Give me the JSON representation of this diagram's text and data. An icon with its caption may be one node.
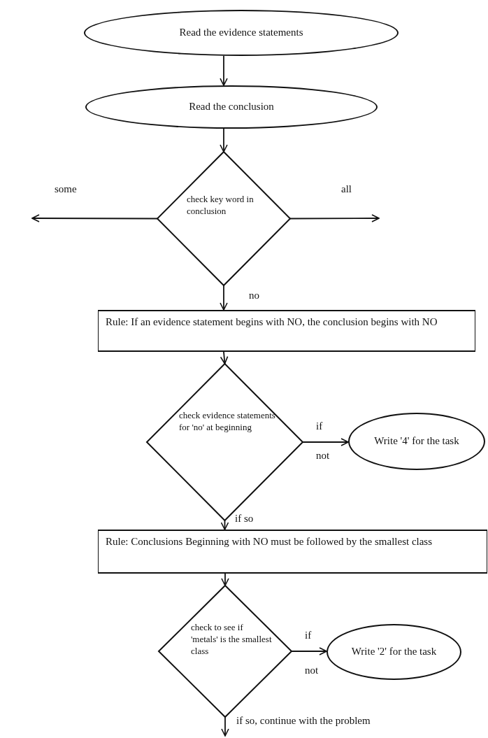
{
  "diagram": {
    "nodes": [
      {
        "text": [
          "Read the evidence statements"
        ]
      },
      {
        "text": [
          "Read the conclusion"
        ]
      },
      {
        "text": [
          "check key word in conclusion"
        ]
      },
      {
        "text": [
          "Rule: If an evidence statement begins with NO, the conclusion begins with NO"
        ]
      },
      {
        "text": [
          "check evidence statements for 'no' at beginning"
        ]
      },
      {
        "text": [
          "Write '4' for the task"
        ]
      },
      {
        "text": [
          "Rule: Conclusions Beginning with NO must be followed by the smallest class"
        ]
      },
      {
        "text": [
          "check to see if 'metals' is the smallest class"
        ]
      },
      {
        "text": [
          "Write '2' for the task"
        ]
      }
    ],
    "edges": [
      {
        "from": 0,
        "to": 1,
        "arrow": "to"
      },
      {
        "from": 1,
        "to": 2,
        "arrow": "to"
      },
      {
        "from": 2,
        "to": null,
        "arrow": "to",
        "label": "some"
      },
      {
        "from": 2,
        "to": null,
        "arrow": "to",
        "label": "all"
      },
      {
        "from": 2,
        "to": 3,
        "arrow": "to",
        "label": "no"
      },
      {
        "from": 3,
        "to": 4,
        "arrow": "to"
      },
      {
        "from": 4,
        "to": 5,
        "arrow": "to",
        "label": "if not"
      },
      {
        "from": 4,
        "to": 6,
        "arrow": "to",
        "label": "if so"
      },
      {
        "from": 6,
        "to": 7,
        "arrow": "to"
      },
      {
        "from": 7,
        "to": 8,
        "arrow": "to",
        "label": "if not"
      },
      {
        "from": 7,
        "to": null,
        "arrow": "to",
        "label": "if so, continue with the problem"
      }
    ]
  }
}
